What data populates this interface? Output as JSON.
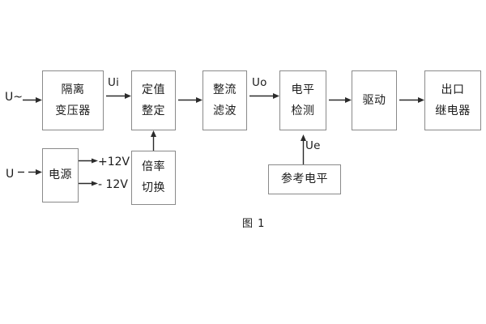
{
  "diagram": {
    "caption": "图 1",
    "blocks": [
      {
        "id": "isolation-transformer",
        "lines": [
          "隔离",
          "变压器"
        ]
      },
      {
        "id": "setting-value",
        "lines": [
          "定值",
          "整定"
        ]
      },
      {
        "id": "rectify-filter",
        "lines": [
          "整流",
          "滤波"
        ]
      },
      {
        "id": "level-detection",
        "lines": [
          "电平",
          "检测"
        ]
      },
      {
        "id": "drive",
        "lines": [
          "驱动"
        ]
      },
      {
        "id": "output-relay",
        "lines": [
          "出口",
          "继电器"
        ]
      },
      {
        "id": "power-supply",
        "lines": [
          "电源"
        ]
      },
      {
        "id": "multiplier-switch",
        "lines": [
          "倍率",
          "切换"
        ]
      },
      {
        "id": "reference-level",
        "lines": [
          "参考电平"
        ]
      }
    ],
    "signals": {
      "ac_input": "U~",
      "dc_input": "U",
      "ui": "Ui",
      "uo": "Uo",
      "ue": "Ue",
      "rail_positive": "+12V",
      "rail_negative": "- 12V"
    },
    "colors": {
      "box_border": "#8a8a8a",
      "arrow": "#2b2b2b",
      "text": "#1b1b1b",
      "background": "#ffffff"
    }
  }
}
